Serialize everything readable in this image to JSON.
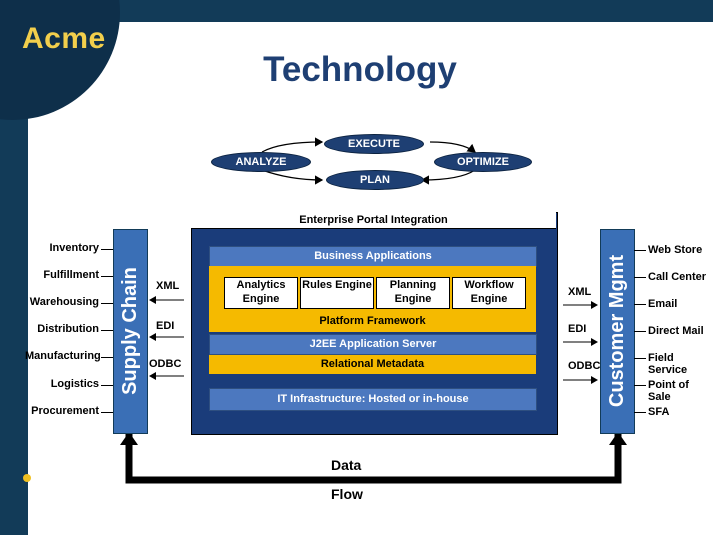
{
  "logo": "Acme",
  "title": "Technology",
  "cycle": {
    "execute": "EXECUTE",
    "analyze": "ANALYZE",
    "optimize": "OPTIMIZE",
    "plan": "PLAN"
  },
  "center": {
    "portal": "Enterprise Portal Integration",
    "business_apps": "Business Applications",
    "engines": [
      "Analytics Engine",
      "Rules Engine",
      "Planning Engine",
      "Workflow Engine"
    ],
    "platform": "Platform Framework",
    "j2ee": "J2EE Application Server",
    "metadata": "Relational Metadata",
    "infrastructure": "IT Infrastructure: Hosted or in-house"
  },
  "supply_chain": {
    "title": "Supply Chain",
    "items": [
      "Inventory",
      "Fulfillment",
      "Warehousing",
      "Distribution",
      "Manufacturing",
      "Logistics",
      "Procurement"
    ]
  },
  "customer_mgmt": {
    "title": "Customer Mgmt",
    "items": [
      "Web Store",
      "Call Center",
      "Email",
      "Direct Mail",
      "Field Service",
      "Point of Sale",
      "SFA"
    ]
  },
  "protocols_left": [
    "XML",
    "EDI",
    "ODBC"
  ],
  "protocols_right": [
    "XML",
    "EDI",
    "ODBC"
  ],
  "data_flow": {
    "line1": "Data",
    "line2": "Flow"
  }
}
